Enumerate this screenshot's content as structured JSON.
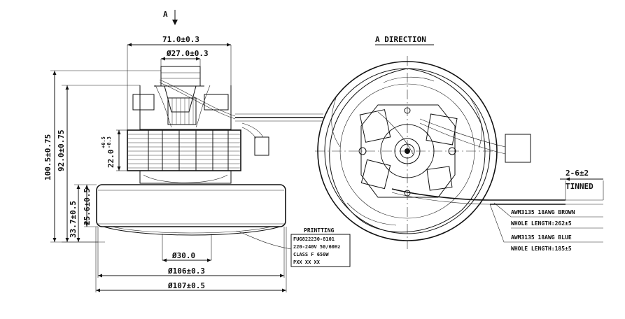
{
  "view_marker": "A",
  "view_title": "A DIRECTION",
  "dimensions": {
    "top_width": "71.0±0.3",
    "bearing_dia": "Ø27.0±0.3",
    "stack_tol_upper": "+0.5",
    "stack_tol_lower": "-0.3",
    "stack_height": "22.0",
    "overall_height": "100.5±0.75",
    "body_height": "92.0±0.75",
    "fan_height": "33.7±0.5",
    "fan_inner_height": "25.6±0.5",
    "inlet_dia": "Ø30.0",
    "fan_dia_106": "Ø106±0.3",
    "fan_dia_107": "Ø107±0.5",
    "strip_length": "2-6±2",
    "strip_label": "TINNED"
  },
  "printing": {
    "title": "PRINTTING",
    "lines": [
      "FUG822230-8101",
      "220-240V 50/60Hz",
      "CLASS F 650W",
      "PXX XX XX"
    ]
  },
  "wires": [
    {
      "spec": "AWM3135 18AWG BROWN",
      "length": "WHOLE LENGTH:262±5"
    },
    {
      "spec": "AWM3135 18AWG BLUE",
      "length": "WHOLE LENGTH:185±5"
    }
  ]
}
